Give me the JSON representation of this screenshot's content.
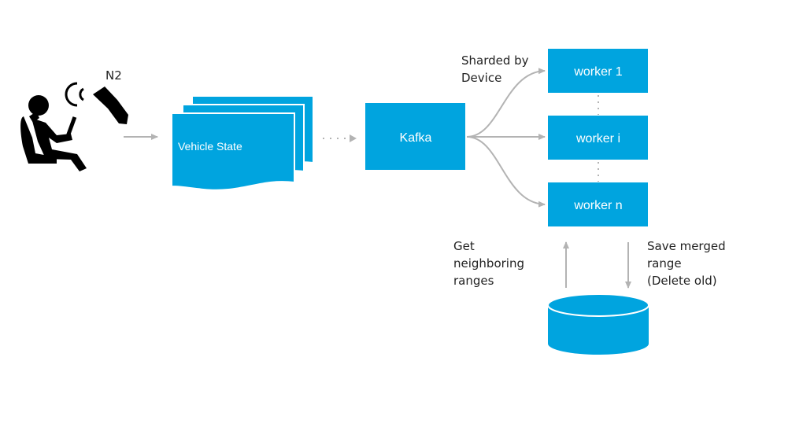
{
  "colors": {
    "box_fill": "#00a4df",
    "arrow": "#b3b3b3",
    "text_dark": "#222222",
    "icon": "#000000"
  },
  "icons": {
    "driver": "driver-seated-icon",
    "signal": "wireless-signal-icon",
    "device": "car-key-fob-icon"
  },
  "labels": {
    "device_tag": "N2",
    "vehicle_state": "Vehicle State",
    "kafka": "Kafka",
    "sharded_line1": "Sharded by",
    "sharded_line2": "Device",
    "workers": [
      "worker 1",
      "worker i",
      "worker n"
    ],
    "get_line1": "Get",
    "get_line2": "neighboring",
    "get_line3": "ranges",
    "save_line1": "Save merged",
    "save_line2": "range",
    "save_line3": "(Delete old)"
  }
}
